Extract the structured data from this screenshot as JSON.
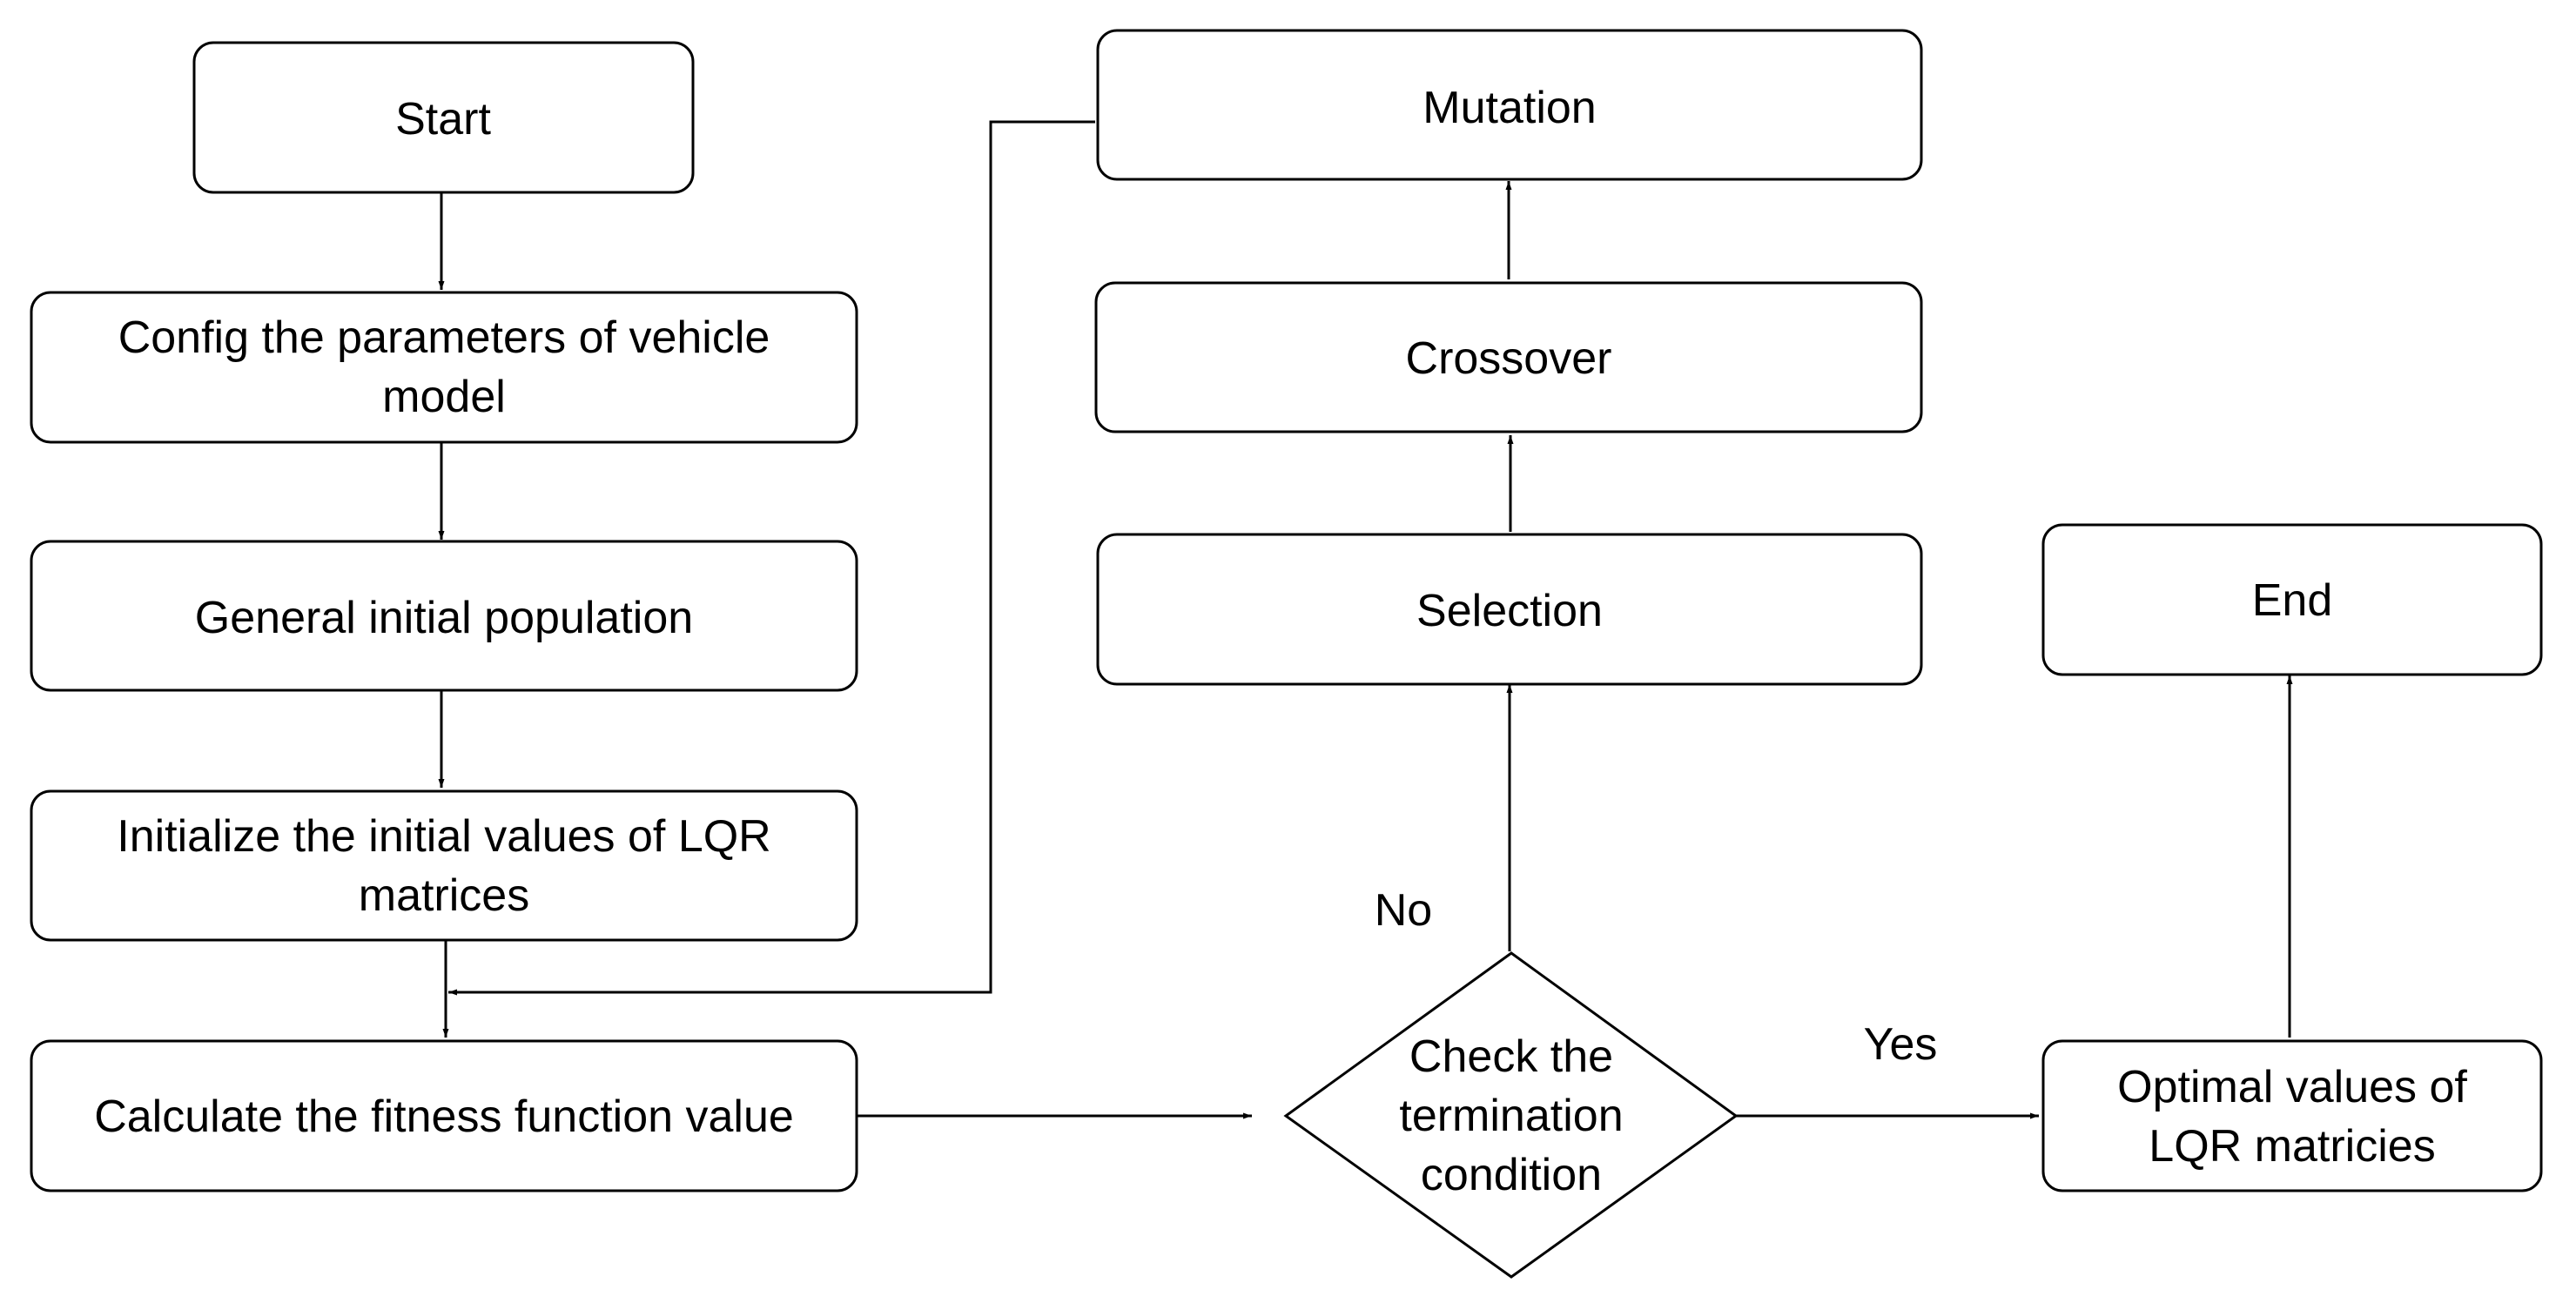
{
  "colors": {
    "stroke": "#000000",
    "fill": "#ffffff",
    "text": "#000000"
  },
  "nodes": {
    "start": [
      "Start"
    ],
    "config": [
      "Config the parameters of vehicle",
      "model"
    ],
    "population": [
      "General initial population"
    ],
    "initialize": [
      "Initialize the initial values of LQR",
      "matrices"
    ],
    "fitness": [
      "Calculate the fitness function value"
    ],
    "check": [
      "Check the",
      "termination",
      "condition"
    ],
    "selection": [
      "Selection"
    ],
    "crossover": [
      "Crossover"
    ],
    "mutation": [
      "Mutation"
    ],
    "optimal": [
      "Optimal values of",
      "LQR matricies"
    ],
    "end": [
      "End"
    ]
  },
  "edge_labels": {
    "no": "No",
    "yes": "Yes"
  }
}
